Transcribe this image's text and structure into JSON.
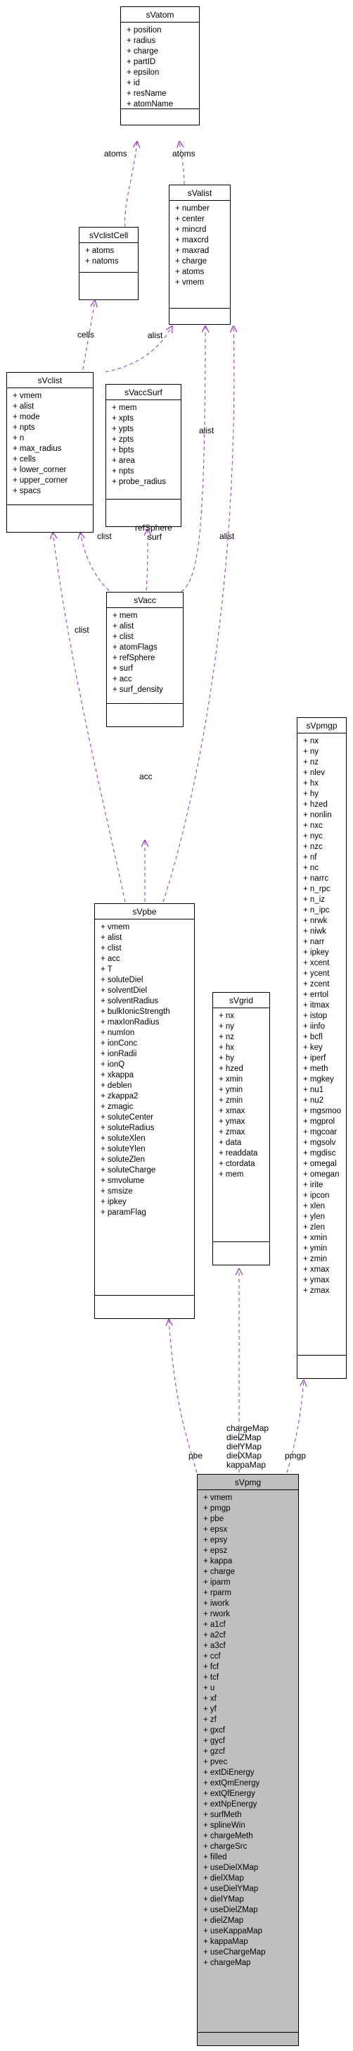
{
  "classes": {
    "sVatom": {
      "name": "sVatom",
      "attrs": [
        "position",
        "radius",
        "charge",
        "partID",
        "epsilon",
        "id",
        "resName",
        "atomName"
      ]
    },
    "sValist": {
      "name": "sValist",
      "attrs": [
        "number",
        "center",
        "mincrd",
        "maxcrd",
        "maxrad",
        "charge",
        "atoms",
        "vmem"
      ]
    },
    "sVclistCell": {
      "name": "sVclistCell",
      "attrs": [
        "atoms",
        "natoms"
      ]
    },
    "sVclist": {
      "name": "sVclist",
      "attrs": [
        "vmem",
        "alist",
        "mode",
        "npts",
        "n",
        "max_radius",
        "cells",
        "lower_corner",
        "upper_corner",
        "spacs"
      ]
    },
    "sVaccSurf": {
      "name": "sVaccSurf",
      "attrs": [
        "mem",
        "xpts",
        "ypts",
        "zpts",
        "bpts",
        "area",
        "npts",
        "probe_radius"
      ]
    },
    "sVacc": {
      "name": "sVacc",
      "attrs": [
        "mem",
        "alist",
        "clist",
        "atomFlags",
        "refSphere",
        "surf",
        "acc",
        "surf_density"
      ]
    },
    "sVpmgp": {
      "name": "sVpmgp",
      "attrs": [
        "nx",
        "ny",
        "nz",
        "nlev",
        "hx",
        "hy",
        "hzed",
        "nonlin",
        "nxc",
        "nyc",
        "nzc",
        "nf",
        "nc",
        "narrc",
        "n_rpc",
        "n_iz",
        "n_ipc",
        "nrwk",
        "niwk",
        "narr",
        "ipkey",
        "xcent",
        "ycent",
        "zcent",
        "errtol",
        "itmax",
        "istop",
        "iinfo",
        "bcfl",
        "key",
        "iperf",
        "meth",
        "mgkey",
        "nu1",
        "nu2",
        "mgsmoo",
        "mgprol",
        "mgcoar",
        "mgsolv",
        "mgdisc",
        "omegal",
        "omegan",
        "irite",
        "ipcon",
        "xlen",
        "ylen",
        "zlen",
        "xmin",
        "ymin",
        "zmin",
        "xmax",
        "ymax",
        "zmax"
      ]
    },
    "sVpbe": {
      "name": "sVpbe",
      "attrs": [
        "vmem",
        "alist",
        "clist",
        "acc",
        "T",
        "soluteDiel",
        "solventDiel",
        "solventRadius",
        "bulkIonicStrength",
        "maxIonRadius",
        "numIon",
        "ionConc",
        "ionRadii",
        "ionQ",
        "xkappa",
        "deblen",
        "zkappa2",
        "zmagic",
        "soluteCenter",
        "soluteRadius",
        "soluteXlen",
        "soluteYlen",
        "soluteZlen",
        "soluteCharge",
        "smvolume",
        "smsize",
        "ipkey",
        "paramFlag"
      ]
    },
    "sVgrid": {
      "name": "sVgrid",
      "attrs": [
        "nx",
        "ny",
        "nz",
        "hx",
        "hy",
        "hzed",
        "xmin",
        "ymin",
        "zmin",
        "xmax",
        "ymax",
        "zmax",
        "data",
        "readdata",
        "ctordata",
        "mem"
      ]
    },
    "sVpmg": {
      "name": "sVpmg",
      "attrs": [
        "vmem",
        "pmgp",
        "pbe",
        "epsx",
        "epsy",
        "epsz",
        "kappa",
        "charge",
        "iparm",
        "rparm",
        "iwork",
        "rwork",
        "a1cf",
        "a2cf",
        "a3cf",
        "ccf",
        "fcf",
        "tcf",
        "u",
        "xf",
        "yf",
        "zf",
        "gxcf",
        "gycf",
        "gzcf",
        "pvec",
        "extDiEnergy",
        "extQmEnergy",
        "extQfEnergy",
        "extNpEnergy",
        "surfMeth",
        "splineWin",
        "chargeMeth",
        "chargeSrc",
        "filled",
        "useDielXMap",
        "dielXMap",
        "useDielYMap",
        "dielYMap",
        "useDielZMap",
        "dielZMap",
        "useKappaMap",
        "kappaMap",
        "useChargeMap",
        "chargeMap"
      ]
    }
  },
  "edge_labels": {
    "atoms_left": "atoms",
    "atoms_right": "atoms",
    "cells": "cells",
    "alist_clist": "alist",
    "alist_acc": "alist",
    "alist_pbe": "alist",
    "clist_acc": "clist",
    "clist_pbe": "clist",
    "refsphere_surf": [
      "refSphere",
      "surf"
    ],
    "acc": "acc",
    "pbe": "pbe",
    "grid_maps": [
      "chargeMap",
      "dielZMap",
      "dielYMap",
      "dielXMap",
      "kappaMap"
    ],
    "pmgp": "pmgp"
  },
  "colors": {
    "arrow": "#9a32cd",
    "box_border": "#000000",
    "highlight_fill": "#bfbfbf"
  }
}
